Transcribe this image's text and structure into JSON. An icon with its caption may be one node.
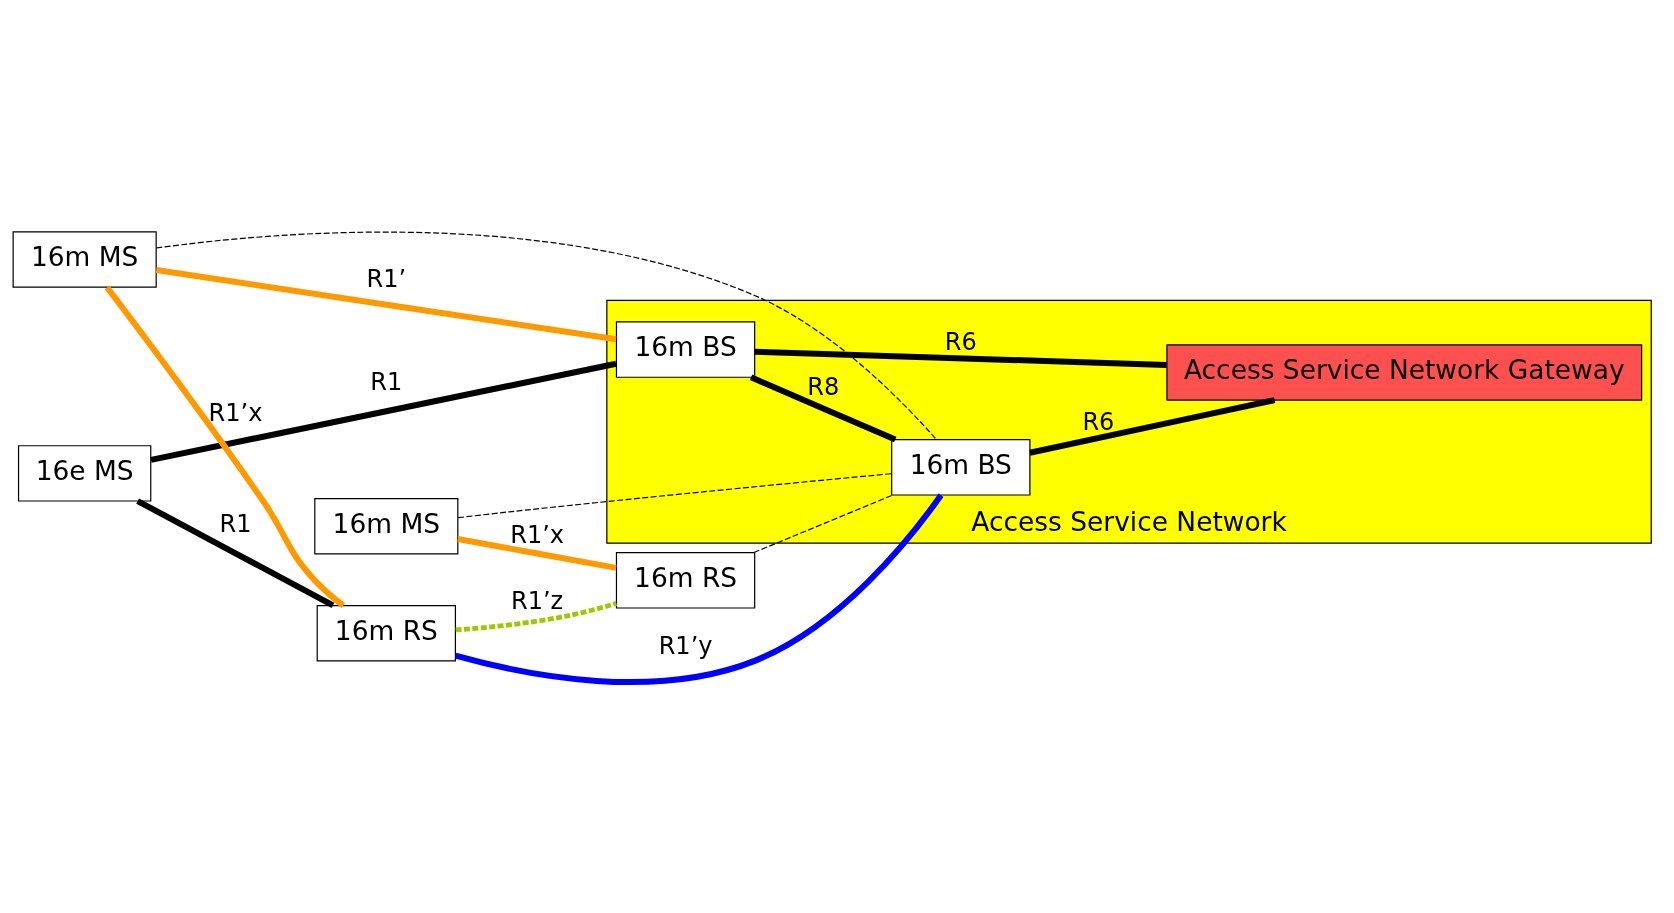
{
  "diagram": {
    "nodes": [
      {
        "text": [
          "Access Service Network"
        ]
      },
      {
        "text": [
          "16e MS"
        ]
      },
      {
        "text": [
          "16m BS"
        ],
        "in": 0
      },
      {
        "text": [
          "Access Service Network Gateway"
        ],
        "in": 0
      },
      {
        "text": [
          "16m MS"
        ]
      },
      {
        "text": [
          "16m RS"
        ]
      },
      {
        "text": [
          "16m BS"
        ],
        "in": 0
      },
      {
        "text": [
          "16m MS"
        ]
      },
      {
        "text": [
          "16m RS"
        ]
      }
    ],
    "edges": [
      {
        "from": 1,
        "to": 2,
        "arrow": "none",
        "label": "R1"
      },
      {
        "from": 1,
        "to": 5,
        "arrow": "none",
        "label": "R1"
      },
      {
        "from": 4,
        "to": 2,
        "arrow": "none",
        "label": "R1’",
        "color": "#ff9900"
      },
      {
        "from": 2,
        "to": 3,
        "arrow": "none",
        "label": "R6"
      },
      {
        "from": 2,
        "to": 6,
        "arrow": "none",
        "label": "R8"
      },
      {
        "from": 6,
        "to": 3,
        "arrow": "none",
        "label": "R6"
      },
      {
        "from": 4,
        "to": 5,
        "arrow": "none",
        "label": "R1’x",
        "color": "#ff9900"
      },
      {
        "from": 5,
        "to": 6,
        "arrow": "none",
        "label": "R1’y",
        "color": "#0000ff"
      },
      {
        "from": 5,
        "to": 8,
        "arrow": "none",
        "label": "R1’z",
        "style": "dashed",
        "color": "#99cc00"
      },
      {
        "from": 7,
        "to": 8,
        "arrow": "none",
        "label": "R1’x",
        "color": "#ff9900"
      },
      {
        "from": 4,
        "to": 6,
        "arrow": "none",
        "style": "dashed"
      },
      {
        "from": 7,
        "to": 6,
        "arrow": "none",
        "style": "dashed"
      },
      {
        "from": 8,
        "to": 6,
        "arrow": "none",
        "style": "dashed"
      }
    ]
  }
}
